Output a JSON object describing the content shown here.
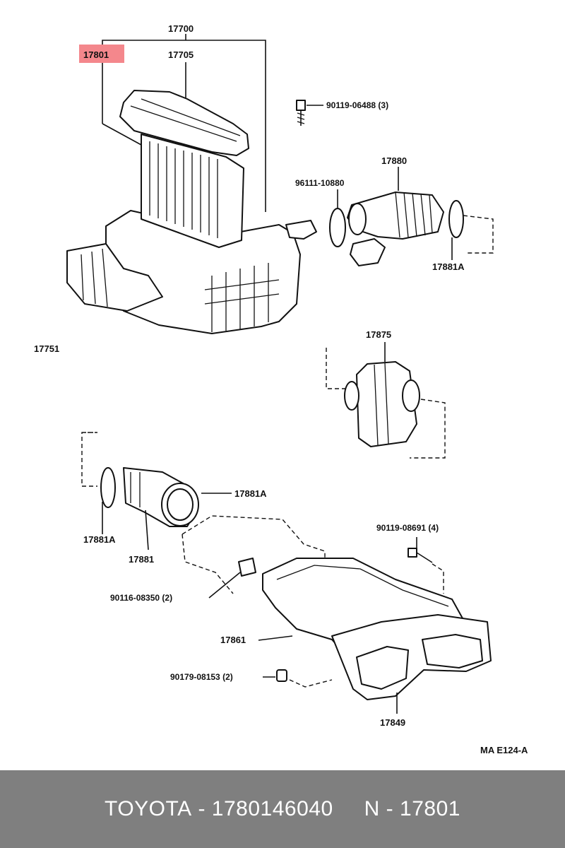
{
  "diagram": {
    "labels": {
      "p17700": "17700",
      "p17705": "17705",
      "p17801": "17801",
      "p90119_06488": "90119-06488 (3)",
      "p17880": "17880",
      "p96111": "96111-10880",
      "p17881A_top": "17881A",
      "p17751": "17751",
      "p17875": "17875",
      "p17881A_right": "17881A",
      "p17881A_left": "17881A",
      "p17881": "17881",
      "p90119_08691": "90119-08691 (4)",
      "p90116": "90116-08350 (2)",
      "p17861": "17861",
      "p90179": "90179-08153 (2)",
      "p17849": "17849",
      "ref": "MA E124-A"
    },
    "highlight_color": "#f4878c"
  },
  "footer": {
    "brand": "TOYOTA",
    "sep1": "-",
    "part_number": "1780146040",
    "n_label": "N",
    "sep2": "-",
    "n_value": "17801"
  },
  "colors": {
    "footer_bg": "#7f7f7f",
    "footer_text": "#ffffff"
  }
}
